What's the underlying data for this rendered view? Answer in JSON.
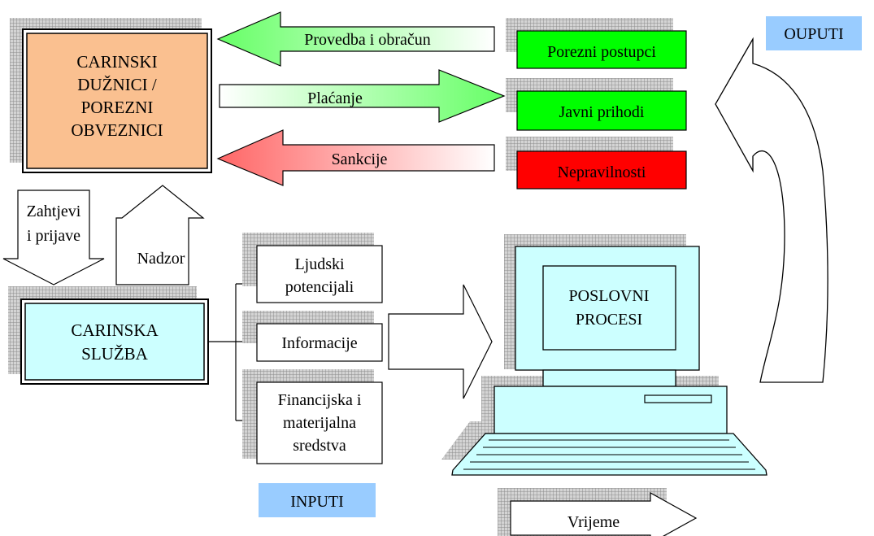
{
  "diagram": {
    "debtors_box": {
      "line1": "CARINSKI",
      "line2": "DUŽNICI /",
      "line3": "POREZNI",
      "line4": "OBVEZNICI",
      "fill": "#FAC090"
    },
    "customs_box": {
      "line1": "CARINSKA",
      "line2": "SLUŽBA",
      "fill": "#CCFFFF"
    },
    "arrows": {
      "provedba": "Provedba i obračun",
      "placanje": "Plaćanje",
      "sankcije": "Sankcije",
      "zahtjevi_line1": "Zahtjevi",
      "zahtjevi_line2": "i prijave",
      "nadzor": "Nadzor",
      "vrijeme": "Vrijeme"
    },
    "outputs": {
      "label": "OUPUTI",
      "items": [
        {
          "text": "Porezni postupci",
          "fill": "#00FF00"
        },
        {
          "text": "Javni prihodi",
          "fill": "#00FF00"
        },
        {
          "text": "Nepravilnosti",
          "fill": "#FF0000"
        }
      ]
    },
    "inputs": {
      "label": "INPUTI",
      "ljudski_line1": "Ljudski",
      "ljudski_line2": "potencijali",
      "informacije": "Informacije",
      "fin_line1": "Financijska i",
      "fin_line2": "materijalna",
      "fin_line3": "sredstva"
    },
    "computer": {
      "line1": "POSLOVNI",
      "line2": "PROCESI",
      "fill": "#CCFFFF"
    },
    "colors": {
      "label_bg": "#99CCFF",
      "arrow_green": "#66FF66",
      "arrow_red": "#FF6666"
    }
  }
}
